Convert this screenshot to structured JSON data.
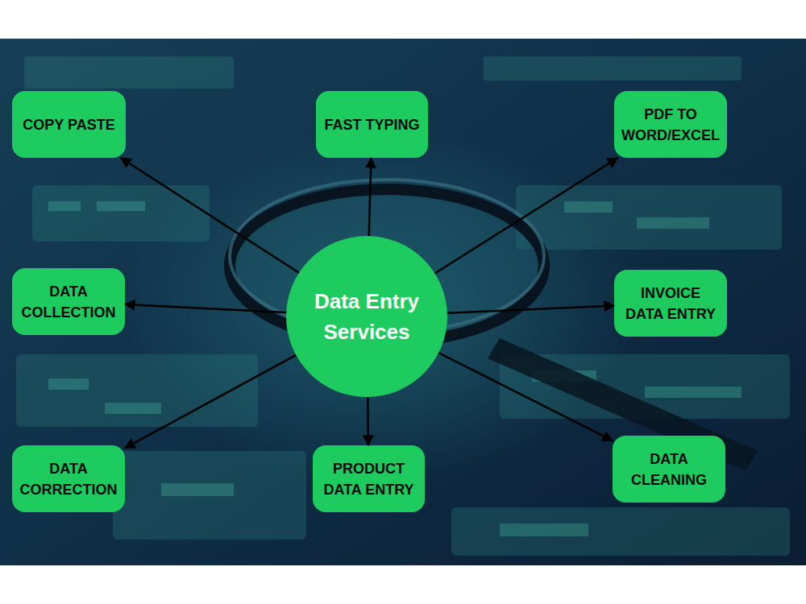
{
  "diagram": {
    "nodes": [
      {
        "text": [
          "COPY PASTE"
        ]
      },
      {
        "text": [
          "FAST TYPING"
        ]
      },
      {
        "text": [
          "PDF TO WORD/EXCEL"
        ]
      },
      {
        "text": [
          "DATA COLLECTION"
        ]
      },
      {
        "text": [
          "Data Entry Services"
        ]
      },
      {
        "text": [
          "INVOICE DATA ENTRY"
        ]
      },
      {
        "text": [
          "DATA CORRECTION"
        ]
      },
      {
        "text": [
          "PRODUCT DATA ENTRY"
        ]
      },
      {
        "text": [
          "DATA CLEANING"
        ]
      }
    ],
    "edges": [
      {
        "from": 4,
        "to": 0,
        "arrow": "to"
      },
      {
        "from": 4,
        "to": 1,
        "arrow": "to"
      },
      {
        "from": 4,
        "to": 2,
        "arrow": "to"
      },
      {
        "from": 4,
        "to": 3,
        "arrow": "to"
      },
      {
        "from": 4,
        "to": 5,
        "arrow": "to"
      },
      {
        "from": 4,
        "to": 6,
        "arrow": "to"
      },
      {
        "from": 4,
        "to": 7,
        "arrow": "to"
      },
      {
        "from": 4,
        "to": 8,
        "arrow": "to"
      }
    ]
  }
}
